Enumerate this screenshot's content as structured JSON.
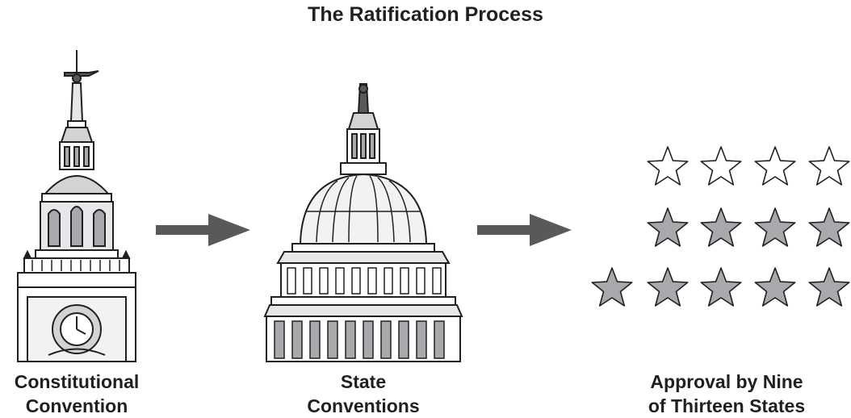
{
  "title": "The Ratification Process",
  "steps": [
    {
      "line1": "Constitutional",
      "line2": "Convention",
      "icon": "independence-hall-tower-icon"
    },
    {
      "line1": "State",
      "line2": "Conventions",
      "icon": "capitol-dome-icon"
    },
    {
      "line1": "Approval by Nine",
      "line2": "of Thirteen States",
      "icon": "stars-grid-icon"
    }
  ],
  "stars": {
    "total": 13,
    "filled": 9
  },
  "colors": {
    "text": "#231f20",
    "arrow": "#58595b",
    "star_fill": "#a7a9ac",
    "ink": "#231f20"
  }
}
